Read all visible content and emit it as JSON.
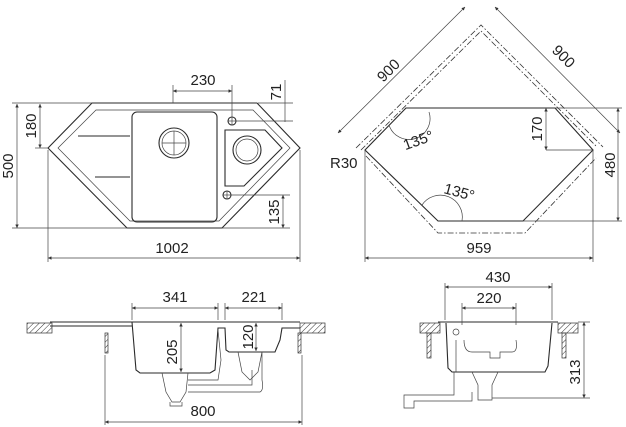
{
  "title": "Corner sink dimension drawing",
  "top_view": {
    "dim_bowl_offset": "230",
    "dim_tap_offset": "71",
    "dim_side_height": "180",
    "dim_total_height": "500",
    "dim_tap_bottom": "135",
    "dim_total_width": "1002"
  },
  "cutout_view": {
    "dim_edge_left": "900",
    "dim_edge_right": "900",
    "dim_depth_offset": "170",
    "dim_height": "480",
    "dim_width": "959",
    "radius": "R30",
    "angle_top": "135°",
    "angle_bottom": "135°"
  },
  "front_section": {
    "dim_main_bowl": "341",
    "dim_small_bowl": "221",
    "dim_main_depth": "205",
    "dim_small_depth": "120",
    "dim_cabinet": "800"
  },
  "side_section": {
    "dim_width": "430",
    "dim_inner": "220",
    "dim_height": "313"
  }
}
